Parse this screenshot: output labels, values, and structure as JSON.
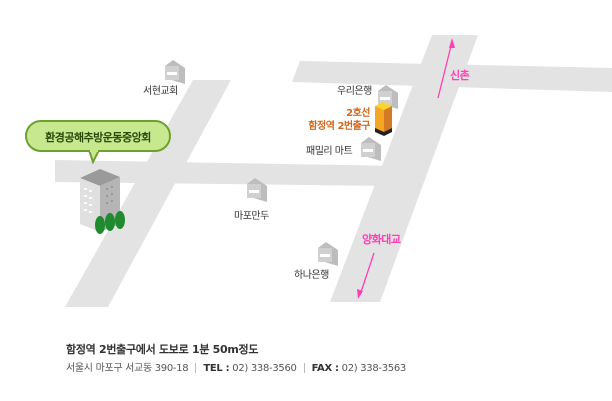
{
  "map": {
    "organization_label": "환경공해추방운동중앙회",
    "landmarks": {
      "seohyeon_church": "서현교회",
      "woori_bank": "우리은행",
      "line2": "2호선",
      "exit2": "함정역 2번출구",
      "family_mart": "패밀리 마트",
      "mapo_mandu": "마포만두",
      "hana_bank": "하나은행"
    },
    "directions": {
      "sinchon": "신촌",
      "yanghwa_bridge": "양화대교"
    },
    "colors": {
      "road": "#e3e3e3",
      "direction": "#ff3fb3",
      "station": "#f5a623"
    }
  },
  "info": {
    "walk": "함정역 2번출구에서 도보로 1분 50m정도",
    "address": "서울시 마포구 서교동 390-18",
    "tel_label": "TEL :",
    "tel": "02) 338-3560",
    "fax_label": "FAX :",
    "fax": "02) 338-3563"
  }
}
